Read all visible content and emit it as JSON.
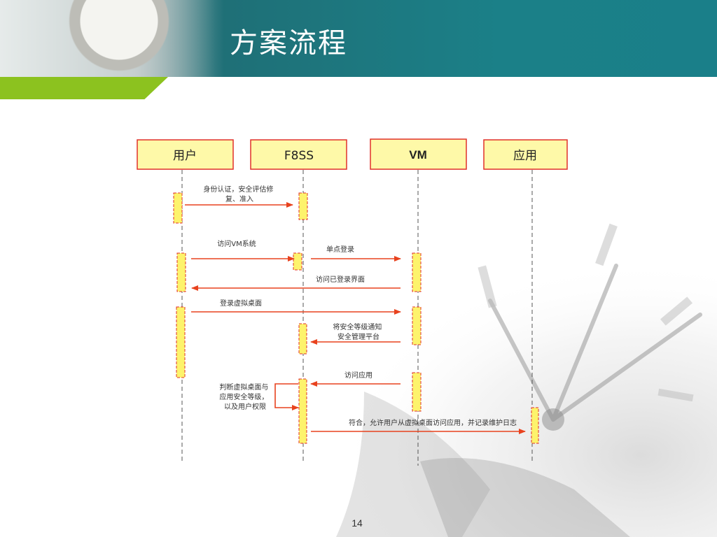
{
  "title": "方案流程",
  "page_number": "14",
  "actors": [
    {
      "id": "user",
      "label": "用户"
    },
    {
      "id": "f8ss",
      "label": "F8SS"
    },
    {
      "id": "vm",
      "label": "VM"
    },
    {
      "id": "app",
      "label": "应用"
    }
  ],
  "messages": [
    {
      "from": "user",
      "to": "f8ss",
      "lines": [
        "身份认证，安全评估修",
        "复、准入"
      ]
    },
    {
      "from": "user",
      "to": "f8ss",
      "lines": [
        "访问VM系统"
      ]
    },
    {
      "from": "f8ss",
      "to": "vm",
      "lines": [
        "单点登录"
      ]
    },
    {
      "from": "vm",
      "to": "user",
      "lines": [
        "访问已登录界面"
      ]
    },
    {
      "from": "user",
      "to": "vm",
      "lines": [
        "登录虚拟桌面"
      ]
    },
    {
      "from": "vm",
      "to": "f8ss",
      "lines": [
        "将安全等级通知",
        "安全管理平台"
      ]
    },
    {
      "from": "vm",
      "to": "f8ss",
      "lines": [
        "访问应用"
      ]
    },
    {
      "from": "f8ss",
      "to": "f8ss",
      "lines": [
        "判断虚拟桌面与",
        "应用安全等级，",
        "以及用户权限"
      ]
    },
    {
      "from": "f8ss",
      "to": "app",
      "lines": [
        "符合，允许用户从虚拟桌面访问应用，并记录维护日志"
      ]
    }
  ],
  "colors": {
    "actor_fill": "#fef9a8",
    "actor_border": "#e0302a",
    "activation_fill": "#fdf36c",
    "arrow": "#e8421e",
    "lifeline": "#555555",
    "header_teal": "#1b8088",
    "accent_green": "#8cc21f"
  }
}
